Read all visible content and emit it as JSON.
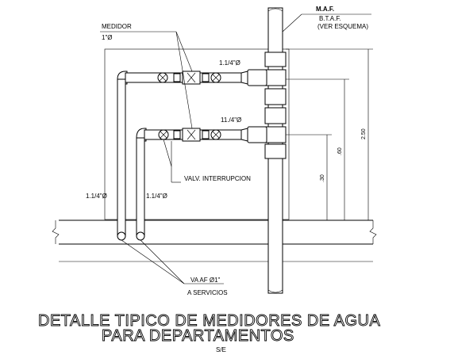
{
  "labels": {
    "maf": "M.A.F.",
    "btaf": "B.T.A.F.",
    "ver_esquema": "(VER ESQUEMA)",
    "medidor": "MEDIDOR",
    "one_inch": "1\"Ø",
    "pipe_upper": "1.1/4\"Ø",
    "pipe_middle": "11./4\"Ø",
    "valv": "VALV. INTERRUPCION",
    "left_pipe_a": "1.1/4\"Ø",
    "left_pipe_b": "1.1/4\"Ø",
    "va_af": "VA AF Ø1\"",
    "a_servicios": "A SERVICIOS",
    "dim_250": "2.50",
    "dim_60": ".60",
    "dim_30": ".30",
    "title_line1": "DETALLE TIPICO DE MEDIDORES DE AGUA",
    "title_line2": "PARA DEPARTAMENTOS",
    "scale": "S/E"
  }
}
